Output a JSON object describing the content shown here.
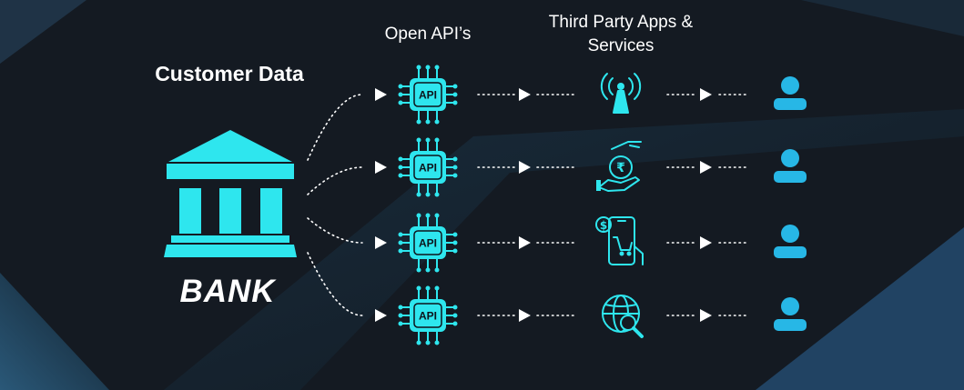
{
  "labels": {
    "customer_data": "Customer Data",
    "bank": "BANK",
    "open_apis": "Open API’s",
    "third_party": "Third Party Apps & Services"
  },
  "rows": [
    {
      "api_text": "API",
      "service_icon": "radio-tower-icon"
    },
    {
      "api_text": "API",
      "service_icon": "rupee-hand-icon"
    },
    {
      "api_text": "API",
      "service_icon": "mobile-shopping-icon"
    },
    {
      "api_text": "API",
      "service_icon": "globe-search-icon"
    }
  ],
  "colors": {
    "accent": "#2ee6ee",
    "user": "#27b7e6",
    "background": "#141a22"
  }
}
